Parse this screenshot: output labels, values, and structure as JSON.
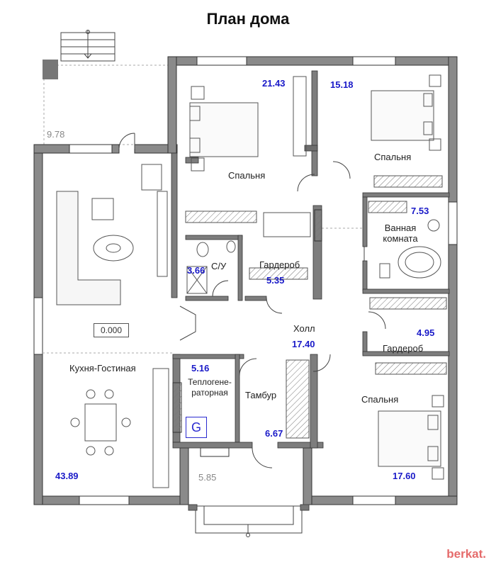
{
  "title": "План дома",
  "rooms": {
    "bedroom1": {
      "label": "Спальня",
      "area": "21.43"
    },
    "bedroom2": {
      "label": "Спальня",
      "area": "15.18"
    },
    "bedroom3": {
      "label": "Спальня",
      "area": "17.60"
    },
    "bathroom": {
      "label": "Ванная\nкомната",
      "area": "7.53"
    },
    "wc": {
      "label": "С/У",
      "area": "3.66"
    },
    "wardrobe1": {
      "label": "Гардероб",
      "area": "5.35"
    },
    "wardrobe2": {
      "label": "Гардероб",
      "area": "4.95"
    },
    "hall": {
      "label": "Холл",
      "area": "17.40"
    },
    "boiler": {
      "label": "Теплогене-\nраторная",
      "area": "5.16"
    },
    "vestibule": {
      "label": "Тамбур",
      "area": "6.67"
    },
    "kitchen_living": {
      "label": "Кухня-Гостиная",
      "area": "43.89"
    },
    "terrace": {
      "area": "9.78"
    },
    "porch": {
      "area": "5.85"
    }
  },
  "level_mark": "0.000",
  "boiler_symbol": "G",
  "brand": "berkat."
}
